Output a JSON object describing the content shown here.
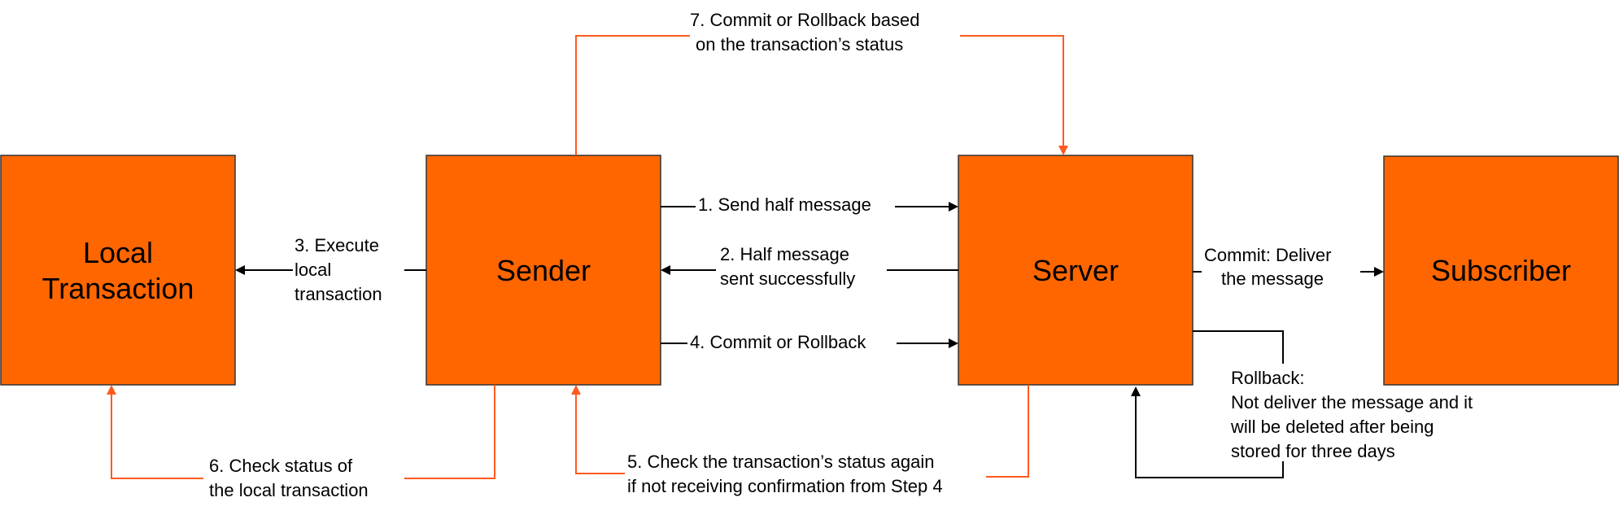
{
  "colors": {
    "box_fill": "#ff6600",
    "box_stroke": "#333333",
    "black_line": "#000000",
    "orange_line": "#ff5a1f"
  },
  "boxes": {
    "local_transaction": [
      "Local",
      "Transaction"
    ],
    "sender": "Sender",
    "server": "Server",
    "subscriber": "Subscriber"
  },
  "edges": {
    "send_half": "1. Send half message",
    "half_success": [
      "2. Half message",
      "sent successfully"
    ],
    "execute_local": [
      "3. Execute",
      "local",
      "transaction"
    ],
    "commit_rollback": "4. Commit or Rollback",
    "check_status_again": [
      "5. Check the transaction’s status again",
      "if not receiving confirmation from Step 4"
    ],
    "check_local_status": [
      "6. Check status of",
      "the local transaction"
    ],
    "commit_rollback_status": [
      "7. Commit or Rollback based",
      "on the transaction’s status"
    ],
    "commit_deliver": [
      "Commit: Deliver",
      "the message"
    ],
    "rollback": [
      "Rollback:",
      "Not deliver the message and it",
      "will be deleted after being",
      "stored for three days"
    ]
  }
}
